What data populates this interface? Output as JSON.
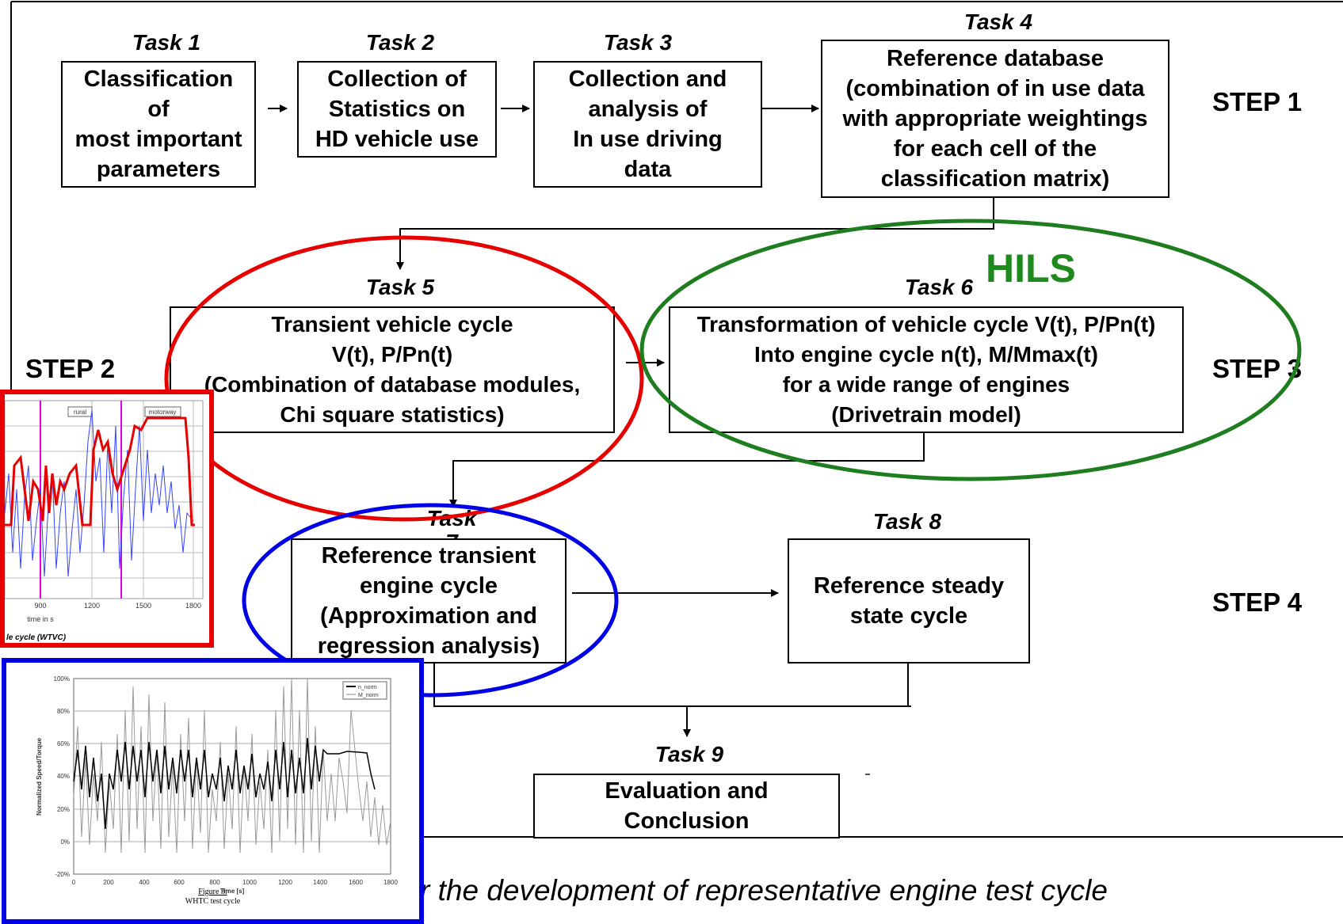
{
  "tasks": {
    "t1": {
      "label": "Task 1",
      "text": "Classification\nof\nmost important\nparameters"
    },
    "t2": {
      "label": "Task 2",
      "text": "Collection of\nStatistics on\nHD vehicle use"
    },
    "t3": {
      "label": "Task 3",
      "text": "Collection and\nanalysis of\nIn use driving\ndata"
    },
    "t4": {
      "label": "Task 4",
      "text": "Reference database\n(combination of in use data\nwith appropriate weightings\nfor each cell of the\nclassification matrix)"
    },
    "t5": {
      "label": "Task 5",
      "text": "Transient vehicle cycle\nV(t), P/Pn(t)\n(Combination of database modules,\nChi square statistics)"
    },
    "t6": {
      "label": "Task 6",
      "text": "Transformation of vehicle cycle V(t), P/Pn(t)\nInto engine cycle n(t), M/Mmax(t)\nfor a wide range of engines\n(Drivetrain model)"
    },
    "t7": {
      "label": "Task\n7",
      "text": "Reference transient\nengine cycle\n(Approximation and\nregression analysis)"
    },
    "t8": {
      "label": "Task 8",
      "text": "Reference steady\nstate cycle"
    },
    "t9": {
      "label": "Task 9",
      "text": "Evaluation and\nConclusion"
    }
  },
  "steps": {
    "s1": "STEP 1",
    "s2": "STEP 2",
    "s3": "STEP 3",
    "s4": "STEP 4"
  },
  "hils": "HILS",
  "caption": "r the development of representative engine test cycle",
  "colors": {
    "red": "#e60000",
    "green": "#1e7d1e",
    "blue": "#0000e6",
    "hils": "#1e8a1e"
  },
  "wtvc_inset": {
    "legend_rural": "rural",
    "legend_motorway": "motorway",
    "x_ticks": [
      "900",
      "1200",
      "1500",
      "1800"
    ],
    "x_label": "time in s",
    "caption": "le cycle (WTVC)"
  },
  "whtc_inset": {
    "y_ticks": [
      "100%",
      "80%",
      "60%",
      "40%",
      "20%",
      "0%",
      "-20%"
    ],
    "x_ticks": [
      "0",
      "200",
      "400",
      "600",
      "800",
      "1000",
      "1200",
      "1400",
      "1600",
      "1800"
    ],
    "x_label": "Time [s]",
    "y_label": "Normalized Speed/Torque",
    "legend": [
      "n_norm",
      "M_norm"
    ],
    "figure_label": "Figure 3:",
    "figure_caption": "WHTC test cycle"
  }
}
